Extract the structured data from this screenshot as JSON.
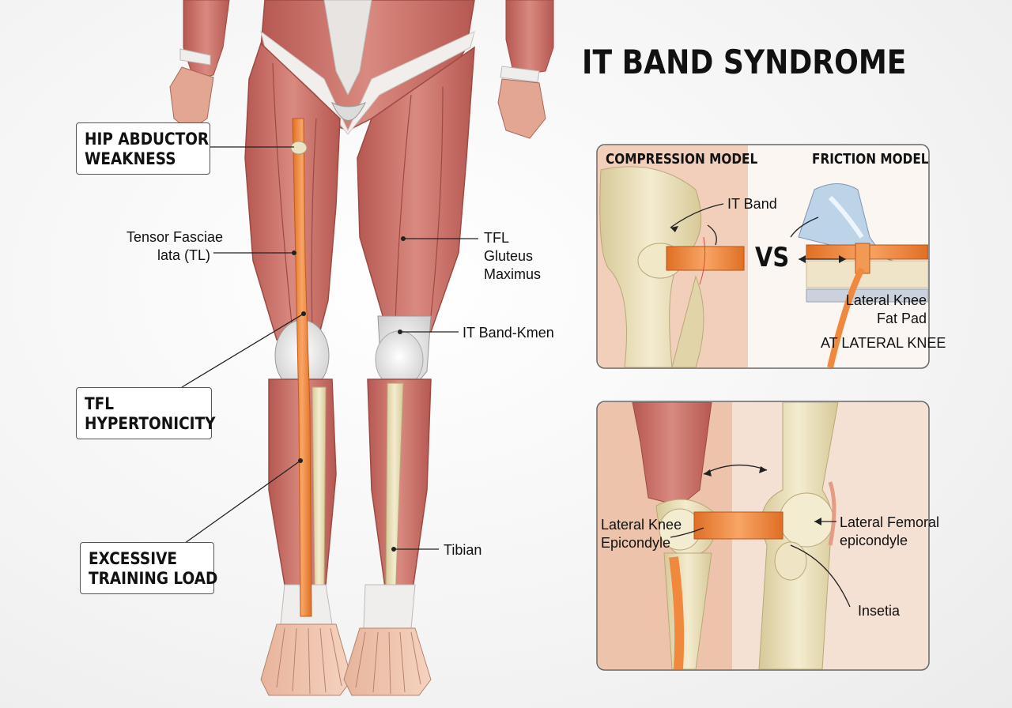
{
  "title": "IT BAND SYNDROME",
  "callout_boxes": [
    {
      "id": "hip",
      "lines": [
        "HIP ABDUCTOR",
        "WEAKNESS"
      ]
    },
    {
      "id": "tfl",
      "lines": [
        "TFL",
        "HYPERTONICITY"
      ]
    },
    {
      "id": "load",
      "lines": [
        "EXCESSIVE",
        "TRAINING LOAD"
      ]
    }
  ],
  "leg_labels": [
    {
      "id": "tensor",
      "lines": [
        "Tensor Fasciae",
        "lata (TL)"
      ]
    },
    {
      "id": "tfl-glut",
      "lines": [
        "TFL",
        "Gluteus",
        "Maximus"
      ]
    },
    {
      "id": "itband-kmen",
      "lines": [
        "IT Band-Kmen"
      ]
    },
    {
      "id": "tibian",
      "lines": [
        "Tibian"
      ]
    }
  ],
  "top_panel": {
    "left_title": "COMPRESSION MODEL",
    "right_title": "FRICTION MODEL",
    "it_band_label": "IT Band",
    "vs_label": "VS",
    "fat_pad_lines": [
      "Lateral Knee",
      "Fat Pad"
    ],
    "bottom_caption": "AT LATERAL KNEE"
  },
  "bottom_panel": {
    "left_label_lines": [
      "Lateral Knee",
      "Epicondyle"
    ],
    "right_label_lines": [
      "Lateral Femoral",
      "epicondyle"
    ],
    "insertion_label": "Insetia"
  },
  "colors": {
    "muscle": "#c9706a",
    "muscle_dark": "#a8504b",
    "skin": "#f0c3aa",
    "it_band": "#f0893e",
    "bone": "#e9dfb8",
    "tendon": "#ecebe8",
    "background": "#f3f3f3"
  }
}
